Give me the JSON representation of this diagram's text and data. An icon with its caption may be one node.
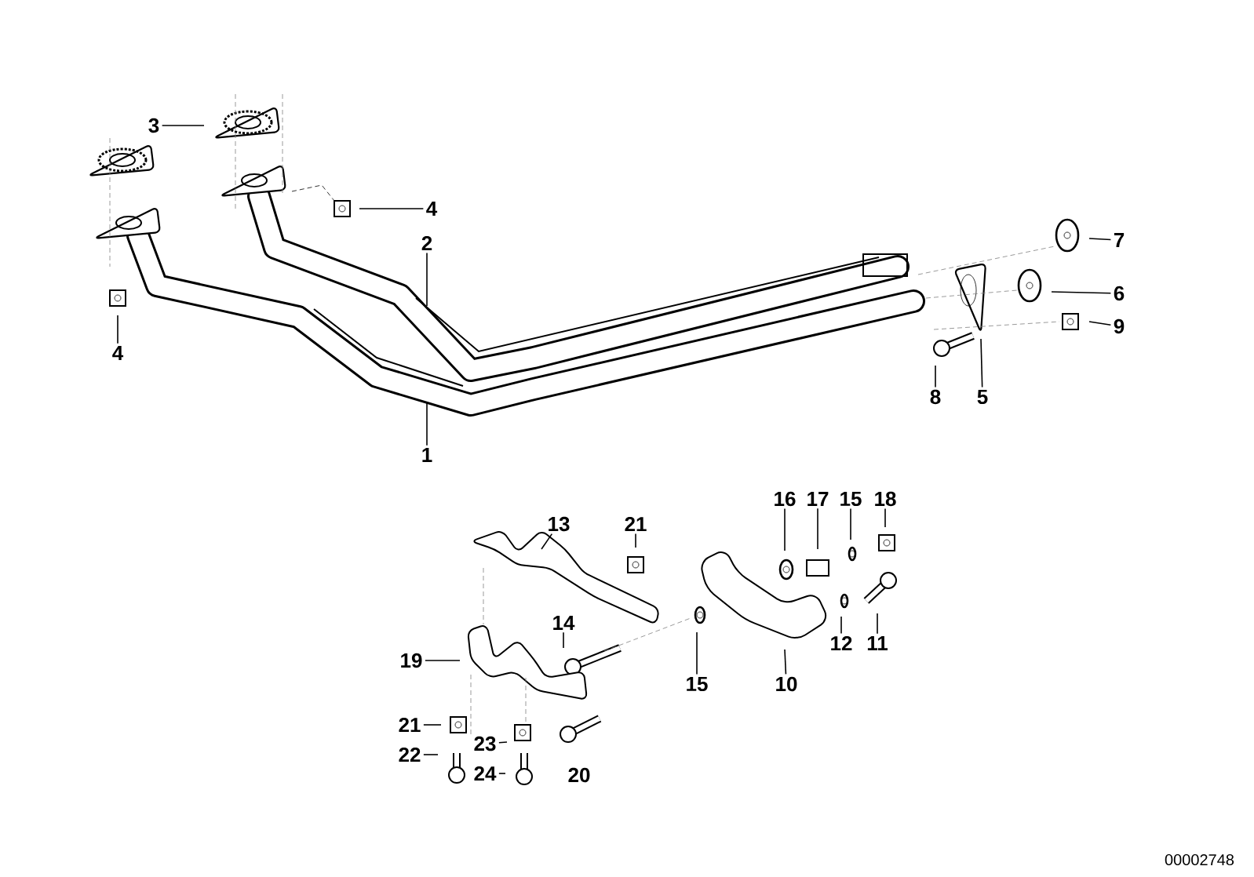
{
  "diagram": {
    "nodes": [
      {
        "text": [
          "3"
        ]
      },
      {
        "text": [
          "4"
        ]
      },
      {
        "text": [
          "2"
        ]
      },
      {
        "text": [
          "4"
        ]
      },
      {
        "text": [
          "1"
        ]
      },
      {
        "text": [
          "7"
        ]
      },
      {
        "text": [
          "6"
        ]
      },
      {
        "text": [
          "9"
        ]
      },
      {
        "text": [
          "8"
        ]
      },
      {
        "text": [
          "5"
        ]
      },
      {
        "text": [
          "16"
        ]
      },
      {
        "text": [
          "17"
        ]
      },
      {
        "text": [
          "15"
        ]
      },
      {
        "text": [
          "18"
        ]
      },
      {
        "text": [
          "13"
        ]
      },
      {
        "text": [
          "21"
        ]
      },
      {
        "text": [
          "14"
        ]
      },
      {
        "text": [
          "15"
        ]
      },
      {
        "text": [
          "10"
        ]
      },
      {
        "text": [
          "12"
        ]
      },
      {
        "text": [
          "11"
        ]
      },
      {
        "text": [
          "19"
        ]
      },
      {
        "text": [
          "21"
        ]
      },
      {
        "text": [
          "22"
        ]
      },
      {
        "text": [
          "23"
        ]
      },
      {
        "text": [
          "24"
        ]
      },
      {
        "text": [
          "20"
        ]
      }
    ],
    "edges": [
      {
        "from": 0,
        "to": null,
        "arrow": "none"
      },
      {
        "from": 1,
        "to": null,
        "arrow": "none"
      },
      {
        "from": 2,
        "to": null,
        "arrow": "none"
      },
      {
        "from": 3,
        "to": null,
        "arrow": "none"
      },
      {
        "from": 4,
        "to": null,
        "arrow": "none"
      },
      {
        "from": 5,
        "to": null,
        "arrow": "none"
      },
      {
        "from": 6,
        "to": null,
        "arrow": "none"
      },
      {
        "from": 7,
        "to": null,
        "arrow": "none"
      },
      {
        "from": 8,
        "to": null,
        "arrow": "none"
      },
      {
        "from": 9,
        "to": null,
        "arrow": "none"
      },
      {
        "from": 10,
        "to": null,
        "arrow": "none"
      },
      {
        "from": 11,
        "to": null,
        "arrow": "none"
      },
      {
        "from": 12,
        "to": null,
        "arrow": "none"
      },
      {
        "from": 13,
        "to": null,
        "arrow": "none"
      },
      {
        "from": 14,
        "to": null,
        "arrow": "none"
      },
      {
        "from": 15,
        "to": null,
        "arrow": "none"
      },
      {
        "from": 16,
        "to": null,
        "arrow": "none"
      },
      {
        "from": 17,
        "to": null,
        "arrow": "none"
      },
      {
        "from": 18,
        "to": null,
        "arrow": "none"
      },
      {
        "from": 19,
        "to": null,
        "arrow": "none"
      },
      {
        "from": 20,
        "to": null,
        "arrow": "none"
      },
      {
        "from": 21,
        "to": null,
        "arrow": "none"
      },
      {
        "from": 22,
        "to": null,
        "arrow": "none"
      },
      {
        "from": 23,
        "to": null,
        "arrow": "none"
      },
      {
        "from": 24,
        "to": null,
        "arrow": "none"
      },
      {
        "from": 25,
        "to": null,
        "arrow": "none"
      }
    ],
    "labels": [
      "00002748"
    ]
  }
}
